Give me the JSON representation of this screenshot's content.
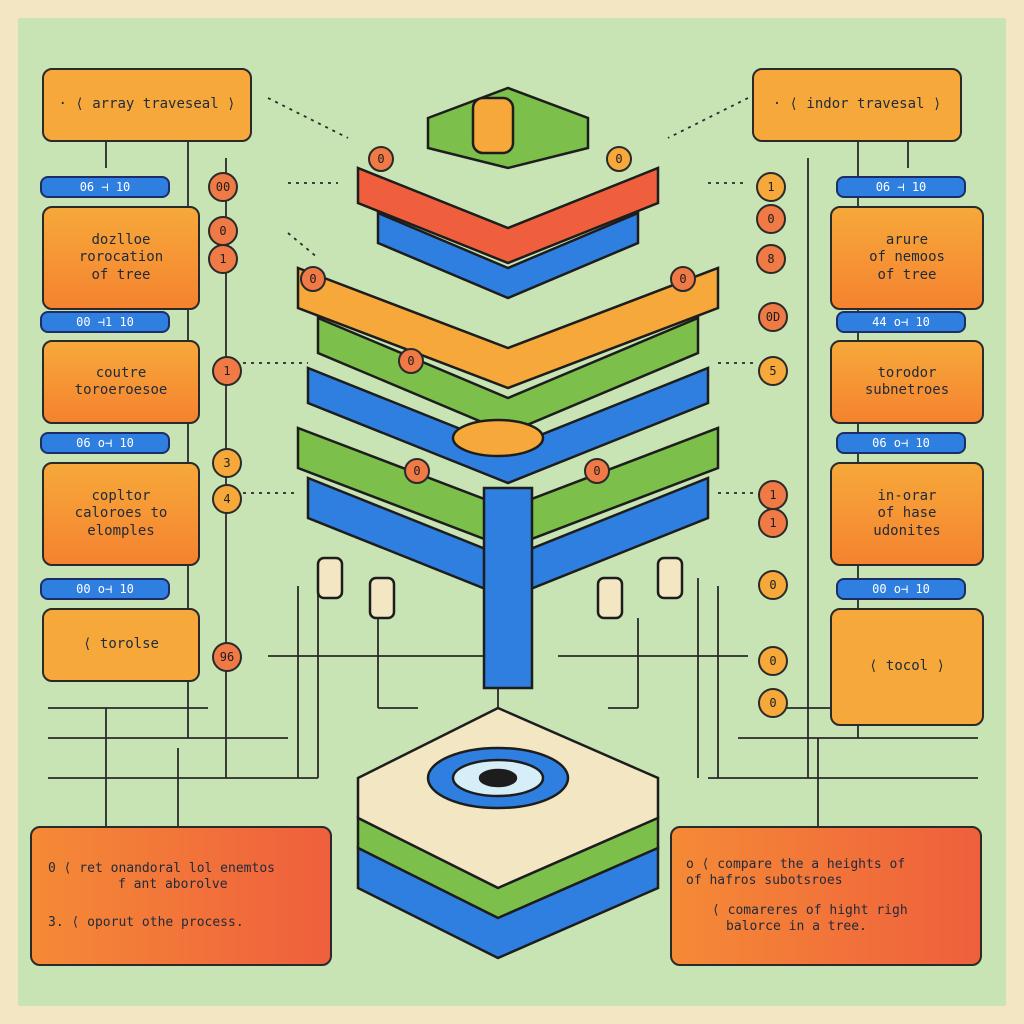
{
  "left_panel": {
    "header": "· ⟨ array traveseal ⟩",
    "pill1": "06 ⊣ 10",
    "box1": [
      "dozlloe",
      "rorocation",
      "of tree"
    ],
    "pill2": "00 ⊣1 10",
    "box2": [
      "coutre",
      "toroeroesoe"
    ],
    "pill3": "06 o⊣ 10",
    "box3": [
      "copltor",
      "caloroes to",
      "elomples"
    ],
    "pill4": "00 o⊣ 10",
    "box4": "⟨ torolse",
    "circles": [
      "00",
      "0",
      "1",
      "1",
      "3",
      "4",
      "96"
    ]
  },
  "right_panel": {
    "header": "· ⟨ indor travesal ⟩",
    "pill1": "06 ⊣ 10",
    "box1": [
      "arure",
      "of nemoos",
      "of tree"
    ],
    "pill2": "44 o⊣ 10",
    "box2": [
      "torodor",
      "subnetroes"
    ],
    "pill3": "06 o⊣ 10",
    "box3": [
      "in-orar",
      "of hase",
      "udonites"
    ],
    "pill4": "00 o⊣ 10",
    "box4": "⟨ tocol ⟩",
    "circles": [
      "1",
      "0",
      "8",
      "0D",
      "5",
      "1",
      "1",
      "0",
      "0",
      "0"
    ]
  },
  "bottom_left": {
    "line1": "0 ⟨ ret onandoral lol enemtos",
    "line2": "f ant aborolve",
    "line3": "3. ⟨ oporut othe process."
  },
  "bottom_right": {
    "line1": "o ⟨ compare the a heights of",
    "line2": "of hafros subotsroes",
    "line3": "⟨ comareres of hight righ",
    "line4": "balorce in a tree."
  },
  "tree_markers": [
    "0",
    "0",
    "0",
    "0",
    "0",
    "0",
    "0"
  ],
  "colors": {
    "background": "#c9e4b4",
    "border": "#f2e6c3",
    "orange": "#f6a93a",
    "red_orange": "#ef5f3d",
    "blue": "#2f7fe0",
    "green": "#7cbf4a",
    "dark": "#2a2a2a"
  }
}
